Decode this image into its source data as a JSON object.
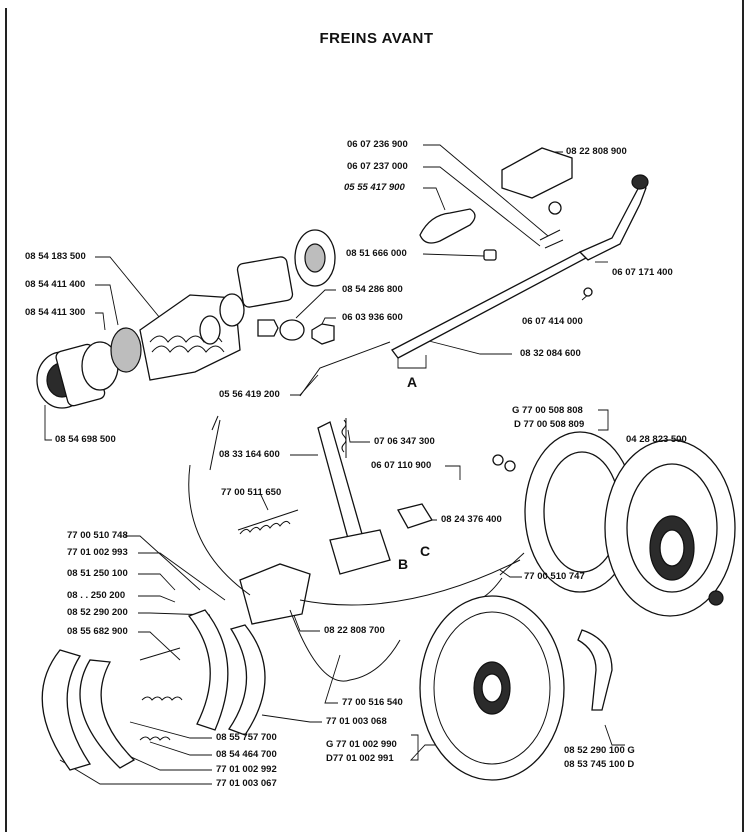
{
  "title": "FREINS AVANT",
  "labels": {
    "p1": "06 07 236 900",
    "p2": "06 07 237 000",
    "p3": "05 55 417 900",
    "p4": "08 22 808 900",
    "p5": "08 51 666 000",
    "p6": "08 54 183 500",
    "p7": "08 54 411 400",
    "p8": "08 54 411 300",
    "p9": "08 54 286 800",
    "p10": "06 03 936 600",
    "p11": "06 07 171 400",
    "p12": "06 07 414 000",
    "p13": "08 32 084 600",
    "p14": "08 54 698 500",
    "p15": "05 56 419 200",
    "p16": "G 77 00 508 808",
    "p17": "D 77 00 508 809",
    "p18": "04 28 823 500",
    "p19": "08 33 164 600",
    "p20": "07 06 347 300",
    "p21": "06 07 110 900",
    "p22": "77 00 511 650",
    "p23": "08 24 376 400",
    "p24": "77 00 510 748",
    "p25": "77 01 002 993",
    "p26": "08 51 250 100",
    "p27": "08 . . 250 200",
    "p28": "08 52 290 200",
    "p29": "08 55 682 900",
    "p30": "77 00 510 747",
    "p31": "08 22 808 700",
    "p32": "77 00 516 540",
    "p33": "77 01 003 068",
    "p34": "08 55 757 700",
    "p35": "08 54 464 700",
    "p36": "77 01 002 992",
    "p37": "77 01 003 067",
    "p38": "G 77 01 002 990",
    "p39": "D77 01 002 991",
    "p40": "08 52 290 100 G",
    "p41": "08 53 745 100 D",
    "letter_a": "A",
    "letter_b": "B",
    "letter_c": "C"
  }
}
